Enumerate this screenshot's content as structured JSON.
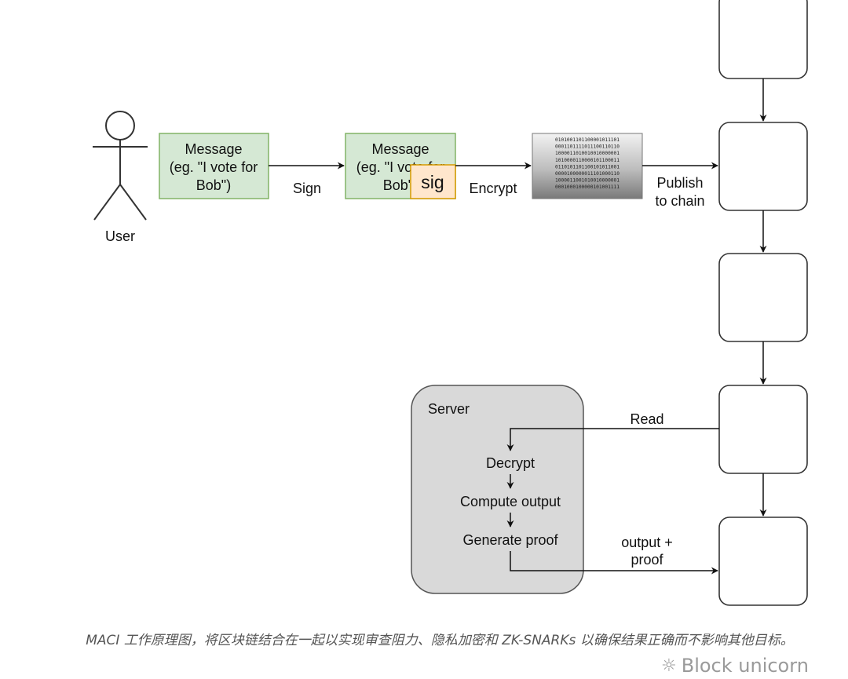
{
  "user": {
    "label": "User"
  },
  "message1": {
    "line1": "Message",
    "line2": "(eg. \"I vote for",
    "line3": "Bob\")"
  },
  "message2": {
    "line1": "Message",
    "line2": "(eg. \"I vote for",
    "line3": "Bob\")",
    "sig": "sig"
  },
  "edges": {
    "sign": "Sign",
    "encrypt": "Encrypt",
    "publish_line1": "Publish",
    "publish_line2": "to chain",
    "read": "Read",
    "output_line1": "output +",
    "output_line2": "proof"
  },
  "ciphertext": {
    "lines": [
      "0101001101100001011101",
      "0001101111011100110110",
      "1000011010010010000001",
      "1010000110000101100011",
      "0110101101100101011001",
      "0000100000011101000110",
      "1000011001010010000001",
      "0001000100000101001111"
    ]
  },
  "server": {
    "title": "Server",
    "steps": [
      "Decrypt",
      "Compute output",
      "Generate proof"
    ]
  },
  "caption": "MACI 工作原理图，将区块链结合在一起以实现审查阻力、隐私加密和 ZK-SNARKs 以确保结果正确而不影响其他目标。",
  "watermark": {
    "icon": "wechat-icon",
    "text": "Block unicorn"
  },
  "colors": {
    "message_fill": "#d5e8d4",
    "message_stroke": "#82b366",
    "sig_fill": "#ffe6cc",
    "sig_stroke": "#d79b00",
    "server_fill": "#d9d9d9",
    "block_stroke": "#333333"
  }
}
